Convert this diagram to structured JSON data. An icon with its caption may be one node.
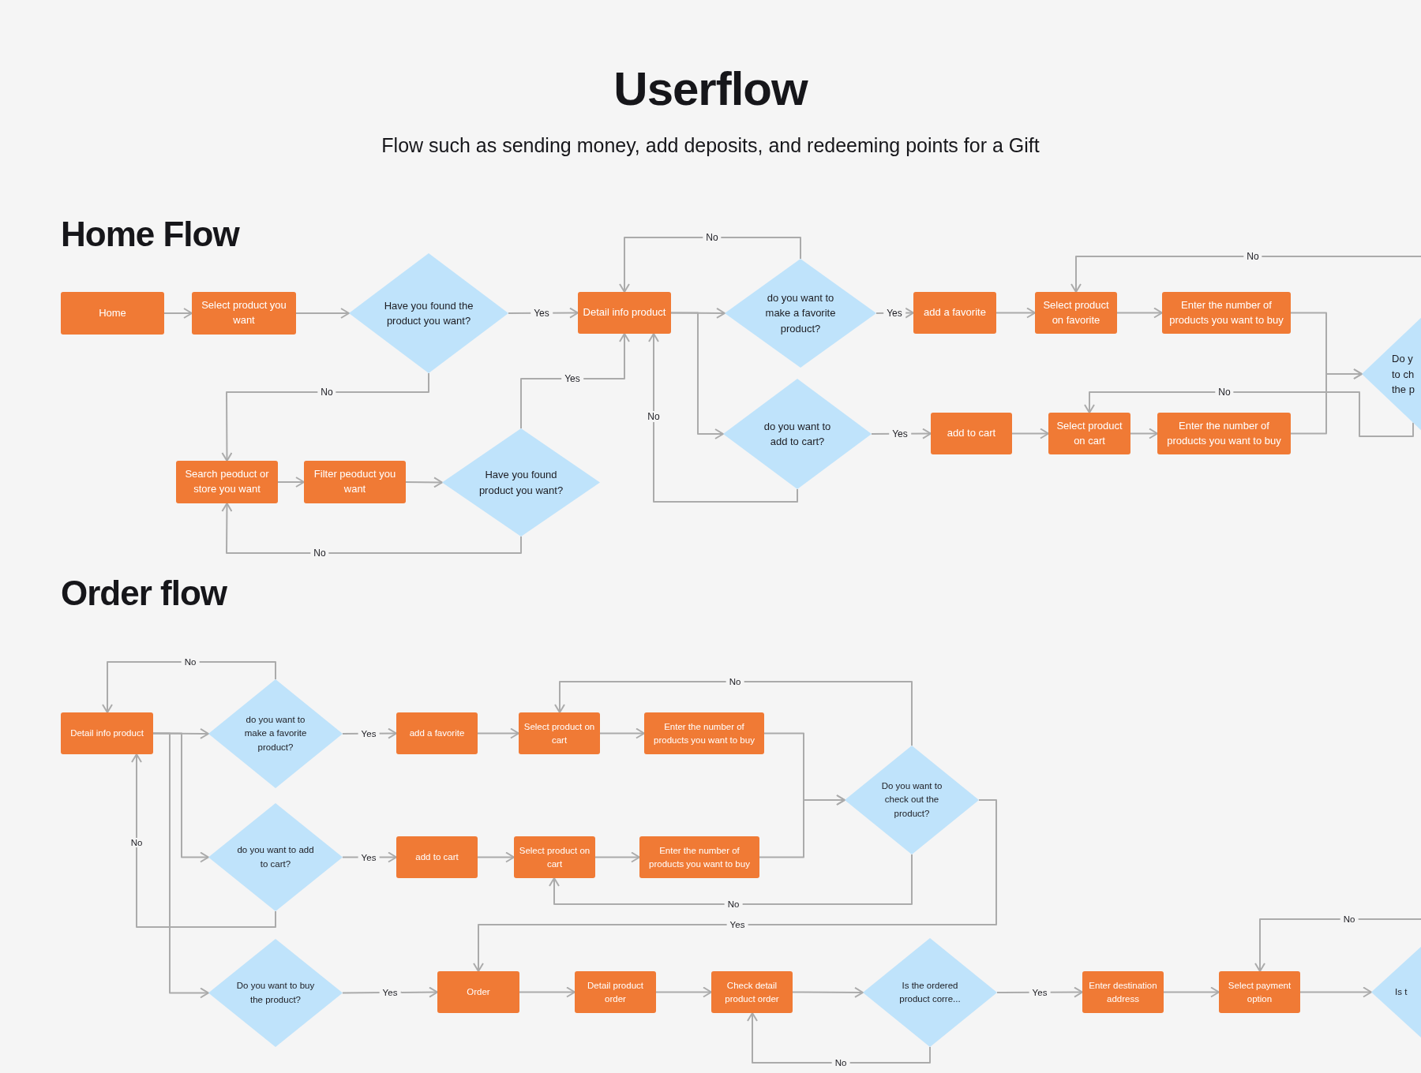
{
  "diagram": {
    "title": "Userflow",
    "caption": "Flow such as sending money, add deposits, and redeeming points for a Gift",
    "nodes": [
      {
        "text": [
          "Home"
        ]
      },
      {
        "text": [
          "Select product you want"
        ]
      },
      {
        "text": [
          "Have you found the product you want?"
        ]
      },
      {
        "text": [
          "Detail info product"
        ]
      },
      {
        "text": [
          "do you want to make a favorite product?"
        ]
      },
      {
        "text": [
          "add a favorite"
        ]
      },
      {
        "text": [
          "Select product on favorite"
        ]
      },
      {
        "text": [
          "Enter the number of products you want to buy"
        ]
      },
      {
        "text": [
          "Do y to ch the p"
        ]
      },
      {
        "text": [
          "do you want to add to cart?"
        ]
      },
      {
        "text": [
          "add to cart"
        ]
      },
      {
        "text": [
          "Select product on cart"
        ]
      },
      {
        "text": [
          "Enter the number of products you want to buy"
        ]
      },
      {
        "text": [
          "Search peoduct or store you want"
        ]
      },
      {
        "text": [
          "Filter peoduct you want"
        ]
      },
      {
        "text": [
          "Have you found product you want?"
        ]
      },
      {
        "text": [
          "Detail info product"
        ]
      },
      {
        "text": [
          "do you want to make a favorite product?"
        ]
      },
      {
        "text": [
          "add a favorite"
        ]
      },
      {
        "text": [
          "Select product on cart"
        ]
      },
      {
        "text": [
          "Enter the number of products you want to buy"
        ]
      },
      {
        "text": [
          "do you want to add to cart?"
        ]
      },
      {
        "text": [
          "add to cart"
        ]
      },
      {
        "text": [
          "Select product on cart"
        ]
      },
      {
        "text": [
          "Enter the number of products you want to buy"
        ]
      },
      {
        "text": [
          "Do you want to check out the product?"
        ]
      },
      {
        "text": [
          "Do you want to buy the product?"
        ]
      },
      {
        "text": [
          "Order"
        ]
      },
      {
        "text": [
          "Detail product order"
        ]
      },
      {
        "text": [
          "Check detail product order"
        ]
      },
      {
        "text": [
          "Is the ordered product corre..."
        ]
      },
      {
        "text": [
          "Enter destination address"
        ]
      },
      {
        "text": [
          "Select payment option"
        ]
      },
      {
        "text": [
          "Is t"
        ]
      }
    ],
    "edges": [
      {
        "from": 0,
        "to": 1,
        "arrow": "to"
      },
      {
        "from": 1,
        "to": 2,
        "arrow": "to"
      },
      {
        "from": 2,
        "to": 3,
        "arrow": "to",
        "label": "Yes"
      },
      {
        "from": 2,
        "to": 13,
        "arrow": "to",
        "label": "No"
      },
      {
        "from": 13,
        "to": 14,
        "arrow": "to"
      },
      {
        "from": 14,
        "to": 15,
        "arrow": "to"
      },
      {
        "from": 15,
        "to": 3,
        "arrow": "to",
        "label": "Yes"
      },
      {
        "from": 15,
        "to": 13,
        "arrow": "to",
        "label": "No"
      },
      {
        "from": 3,
        "to": 4,
        "arrow": "to"
      },
      {
        "from": 3,
        "to": 9,
        "arrow": "to"
      },
      {
        "from": 4,
        "to": 3,
        "arrow": "to",
        "label": "No"
      },
      {
        "from": 9,
        "to": 3,
        "arrow": "to",
        "label": "No"
      },
      {
        "from": 4,
        "to": 5,
        "arrow": "to",
        "label": "Yes"
      },
      {
        "from": 5,
        "to": 6,
        "arrow": "to"
      },
      {
        "from": 6,
        "to": 7,
        "arrow": "to"
      },
      {
        "from": 7,
        "to": 8,
        "arrow": "to"
      },
      {
        "from": 9,
        "to": 10,
        "arrow": "to",
        "label": "Yes"
      },
      {
        "from": 10,
        "to": 11,
        "arrow": "to"
      },
      {
        "from": 11,
        "to": 12,
        "arrow": "to"
      },
      {
        "from": 12,
        "to": 8,
        "arrow": "to"
      },
      {
        "from": 8,
        "to": 6,
        "arrow": "to",
        "label": "No"
      },
      {
        "from": 8,
        "to": 11,
        "arrow": "to",
        "label": "No"
      },
      {
        "from": 16,
        "to": 17,
        "arrow": "to"
      },
      {
        "from": 17,
        "to": 16,
        "arrow": "to",
        "label": "No"
      },
      {
        "from": 16,
        "to": 21,
        "arrow": "to"
      },
      {
        "from": 16,
        "to": 26,
        "arrow": "to"
      },
      {
        "from": 21,
        "to": 16,
        "arrow": "to",
        "label": "No"
      },
      {
        "from": 17,
        "to": 18,
        "arrow": "to",
        "label": "Yes"
      },
      {
        "from": 18,
        "to": 19,
        "arrow": "to"
      },
      {
        "from": 19,
        "to": 20,
        "arrow": "to"
      },
      {
        "from": 20,
        "to": 25,
        "arrow": "to"
      },
      {
        "from": 21,
        "to": 22,
        "arrow": "to",
        "label": "Yes"
      },
      {
        "from": 22,
        "to": 23,
        "arrow": "to"
      },
      {
        "from": 23,
        "to": 24,
        "arrow": "to"
      },
      {
        "from": 24,
        "to": 25,
        "arrow": "to"
      },
      {
        "from": 25,
        "to": 19,
        "arrow": "to",
        "label": "No"
      },
      {
        "from": 25,
        "to": 23,
        "arrow": "to",
        "label": "No"
      },
      {
        "from": 25,
        "to": 27,
        "arrow": "to",
        "label": "Yes"
      },
      {
        "from": 26,
        "to": 27,
        "arrow": "to",
        "label": "Yes"
      },
      {
        "from": 27,
        "to": 28,
        "arrow": "to"
      },
      {
        "from": 28,
        "to": 29,
        "arrow": "to"
      },
      {
        "from": 29,
        "to": 30,
        "arrow": "to"
      },
      {
        "from": 30,
        "to": 31,
        "arrow": "to",
        "label": "Yes"
      },
      {
        "from": 30,
        "to": 29,
        "arrow": "to",
        "label": "No"
      },
      {
        "from": 31,
        "to": 32,
        "arrow": "to"
      },
      {
        "from": 32,
        "to": 33,
        "arrow": "to"
      },
      {
        "from": 33,
        "to": 32,
        "arrow": "to",
        "label": "No"
      }
    ],
    "labels": [
      "Home Flow",
      "Order flow"
    ]
  }
}
